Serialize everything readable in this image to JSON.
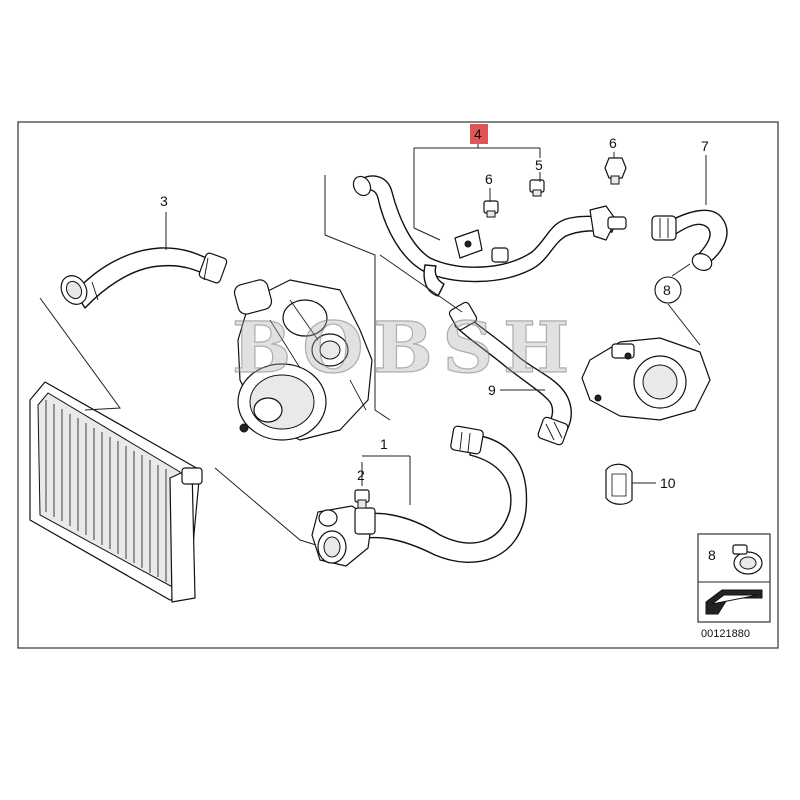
{
  "callouts": {
    "c1": "1",
    "c2": "2",
    "c3": "3",
    "c4": "4",
    "c5": "5",
    "c6a": "6",
    "c6b": "6",
    "c7": "7",
    "c8": "8",
    "c9": "9",
    "c10": "10"
  },
  "legend": {
    "number": "8"
  },
  "watermark": "BOBSH",
  "diagram_number": "00121880",
  "colors": {
    "highlight": "#e05656",
    "line": "#111111"
  }
}
